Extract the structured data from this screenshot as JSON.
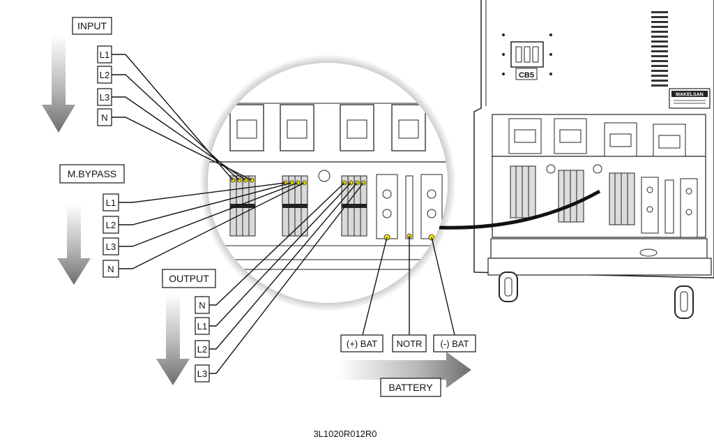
{
  "groups": {
    "input": {
      "title": "INPUT",
      "terminals": [
        "L1",
        "L2",
        "L3",
        "N"
      ]
    },
    "bypass": {
      "title": "M.BYPASS",
      "terminals": [
        "L1",
        "L2",
        "L3",
        "N"
      ]
    },
    "output": {
      "title": "OUTPUT",
      "terminals": [
        "N",
        "L1",
        "L2",
        "L3"
      ]
    }
  },
  "battery": {
    "title": "BATTERY",
    "terminals": [
      "(+) BAT",
      "NOTR",
      "(-) BAT"
    ]
  },
  "cabinet": {
    "breaker_label": "CB5",
    "brand_plate": "MAKELSAN"
  },
  "doc_code": "3L1020R012R0"
}
